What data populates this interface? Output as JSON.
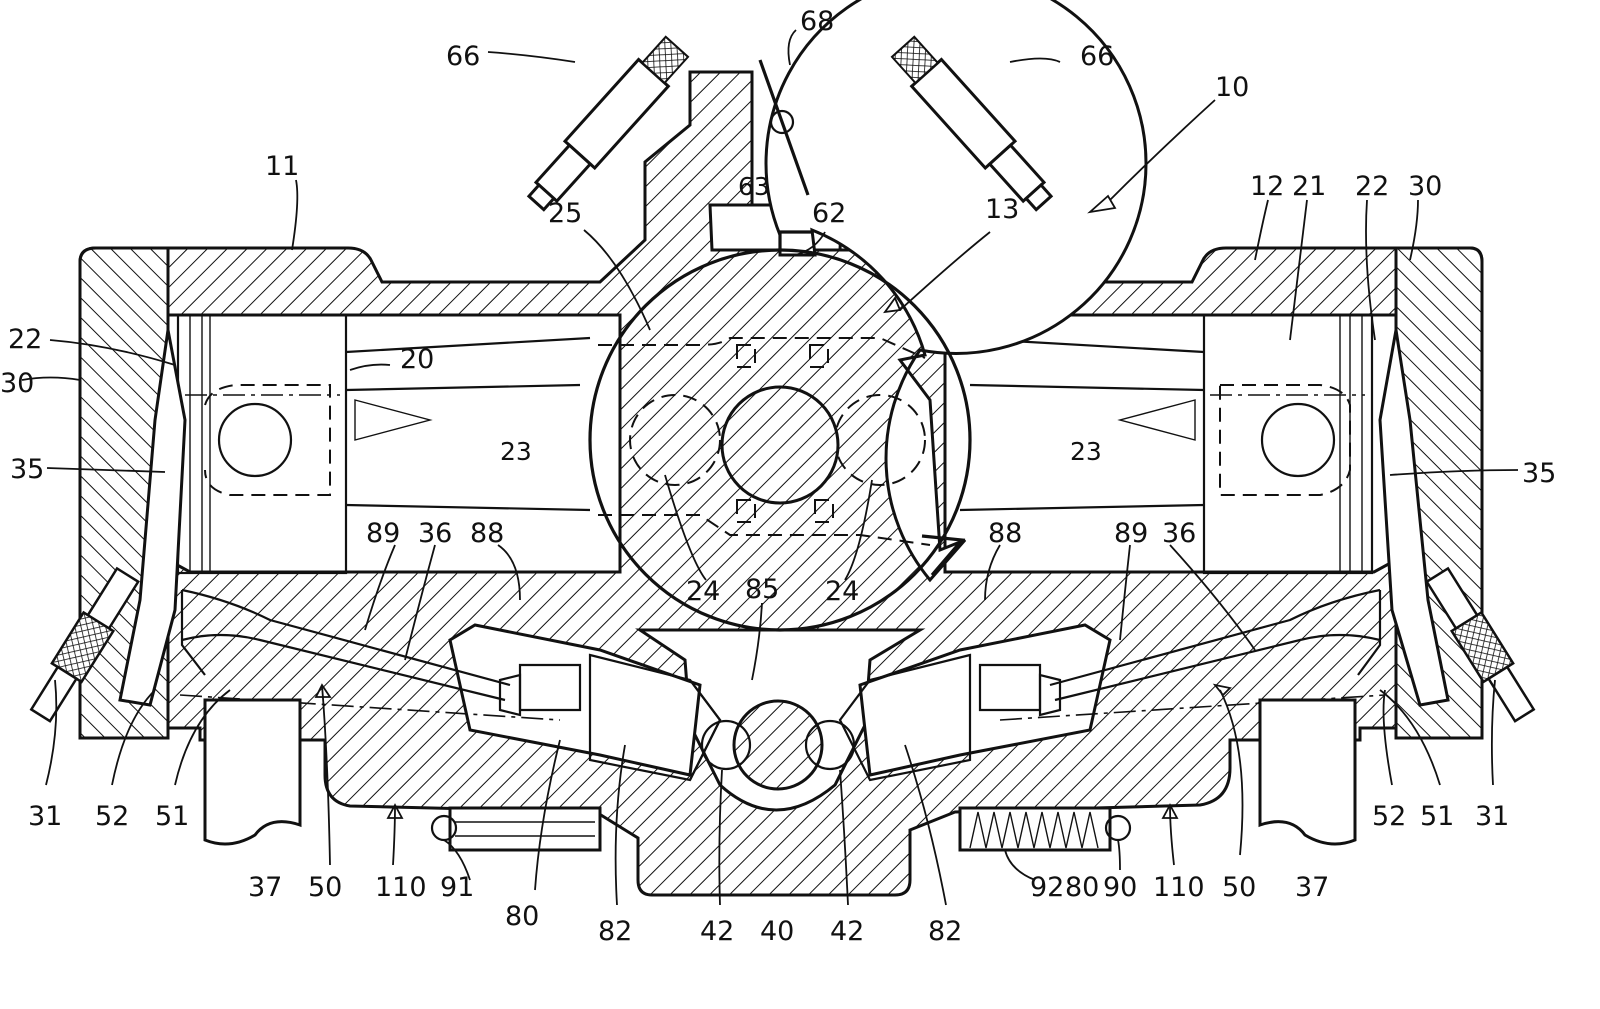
{
  "figure": {
    "labels": {
      "l10": "10",
      "l11": "11",
      "l12": "12",
      "l13": "13",
      "l20": "20",
      "l21": "21",
      "l22a": "22",
      "l22b": "22",
      "l23a": "23",
      "l23b": "23",
      "l24a": "24",
      "l24b": "24",
      "l25": "25",
      "l30a": "30",
      "l30b": "30",
      "l31a": "31",
      "l31b": "31",
      "l35a": "35",
      "l35b": "35",
      "l36a": "36",
      "l36b": "36",
      "l37a": "37",
      "l37b": "37",
      "l40": "40",
      "l42a": "42",
      "l42b": "42",
      "l50a": "50",
      "l50b": "50",
      "l51a": "51",
      "l51b": "51",
      "l52a": "52",
      "l52b": "52",
      "l62": "62",
      "l63": "63",
      "l66a": "66",
      "l66b": "66",
      "l68": "68",
      "l80a": "80",
      "l80b": "80",
      "l82a": "82",
      "l82b": "82",
      "l85": "85",
      "l88a": "88",
      "l88b": "88",
      "l89a": "89",
      "l89b": "89",
      "l90": "90",
      "l91": "91",
      "l92": "92",
      "l110a": "110",
      "l110b": "110"
    }
  }
}
